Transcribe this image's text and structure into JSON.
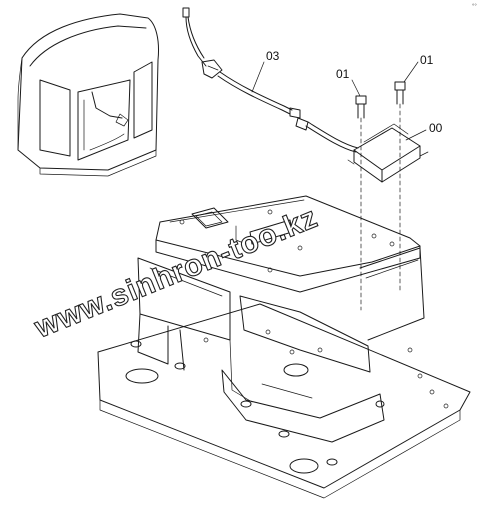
{
  "callouts": {
    "harness": "03",
    "bolt_left": "01",
    "bolt_right": "01",
    "controller": "00"
  },
  "watermark": "www.sinhron-too.kz",
  "corner_mark": "°°"
}
